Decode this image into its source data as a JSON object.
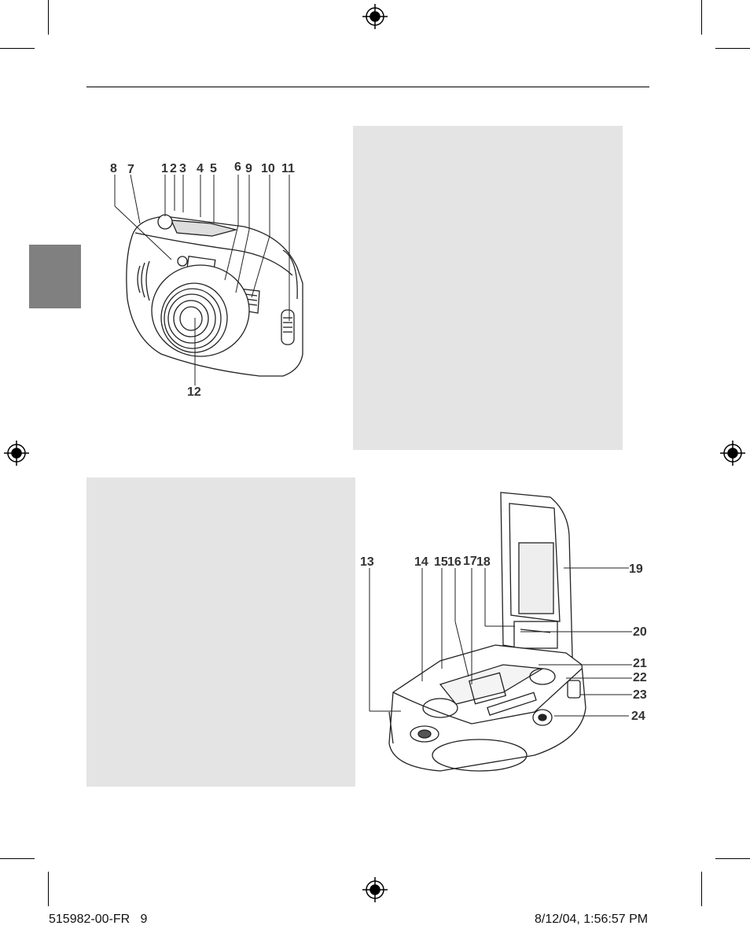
{
  "labels_front": [
    "8",
    "7",
    "1",
    "2",
    "3",
    "4",
    "5",
    "6",
    "9",
    "10",
    "11",
    "12"
  ],
  "labels_back": [
    "13",
    "14",
    "15",
    "16",
    "17",
    "18",
    "19",
    "20",
    "21",
    "22",
    "23",
    "24"
  ],
  "footer": {
    "left": "515982-00-FR   9",
    "right": "8/12/04, 1:56:57 PM"
  },
  "colors": {
    "side_tab": "#808080",
    "grey_box": "#e4e4e4"
  }
}
